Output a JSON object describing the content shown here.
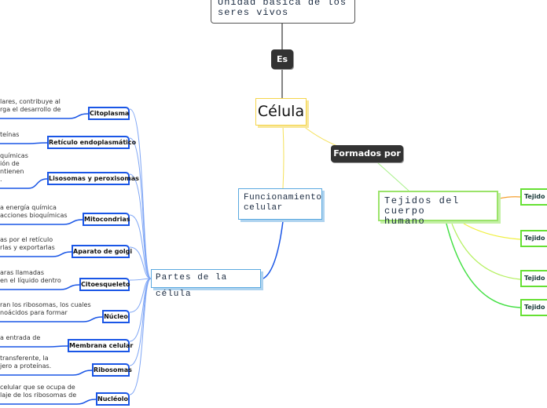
{
  "root": {
    "text_line1": "Unidad básica de los",
    "text_line2": "seres vivos"
  },
  "connector_es": "Es",
  "central": "Célula",
  "connector_formados": "Formados por",
  "funcionamiento": {
    "line1": "Funcionamiento",
    "line2": "celular"
  },
  "partes": "Partes de la célula",
  "tejidos": {
    "line1": "Tejidos del cuerpo",
    "line2": "humano"
  },
  "tejido_items": [
    "Tejido co",
    "Tejido ep",
    "Tejido m",
    "Tejido ne"
  ],
  "partes_items": [
    {
      "label": "Citoplasma",
      "desc": [
        "lares, contribuye al",
        "rga el desarrollo de"
      ]
    },
    {
      "label": "Retículo endoplasmático",
      "desc": [
        "teínas"
      ]
    },
    {
      "label": "Lisosomas y peroxisomas",
      "desc": [
        "químicas",
        "ión de",
        "ntienen",
        "."
      ]
    },
    {
      "label": "Mitocondrias",
      "desc": [
        "a energía química",
        "acciones bioquímicas"
      ]
    },
    {
      "label": "Aparato de golgi",
      "desc": [
        "as por el retículo",
        "rlas y exportarlas"
      ]
    },
    {
      "label": "Citoesqueleto",
      "desc": [
        "aras llamadas",
        "en el líquido dentro"
      ]
    },
    {
      "label": "Núcleo",
      "desc": [
        "ran los ribosomas, los cuales",
        "noácidos para formar"
      ]
    },
    {
      "label": "Membrana celular",
      "desc": [
        "a entrada de"
      ]
    },
    {
      "label": "Ribosomas",
      "desc": [
        "transferente, la",
        "jero a proteínas."
      ]
    },
    {
      "label": "Nucléolo",
      "desc": [
        "celular que se ocupa de",
        "laje de los ribosomas de"
      ]
    }
  ],
  "colors": {
    "blue": "#1a56e6",
    "light_blue": "#5aa9e0",
    "yellow": "#f5d54a",
    "green": "#66e033",
    "dark": "#333333"
  }
}
